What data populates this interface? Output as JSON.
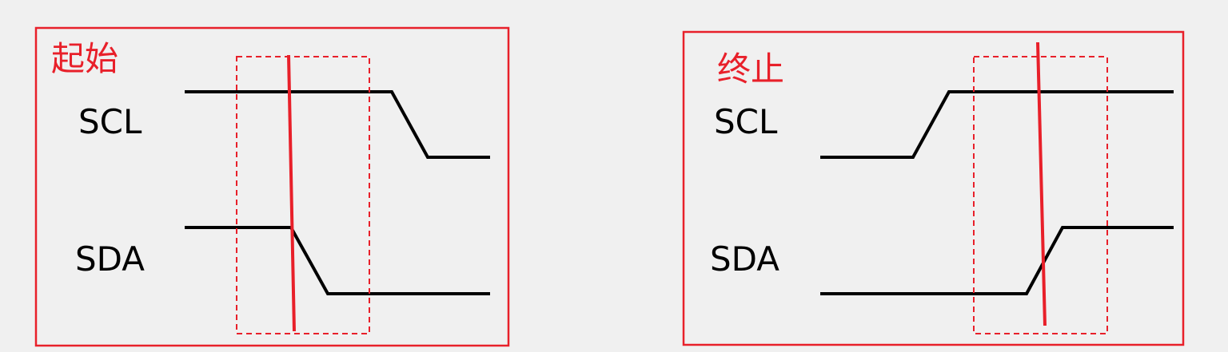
{
  "colors": {
    "frame": "#e8202a",
    "signal": "#000000",
    "marker": "#e8202a",
    "background": "#f0f0f0"
  },
  "panels": [
    {
      "title": "起始",
      "scl_label": "SCL",
      "sda_label": "SDA"
    },
    {
      "title": "终止",
      "scl_label": "SCL",
      "sda_label": "SDA"
    }
  ]
}
